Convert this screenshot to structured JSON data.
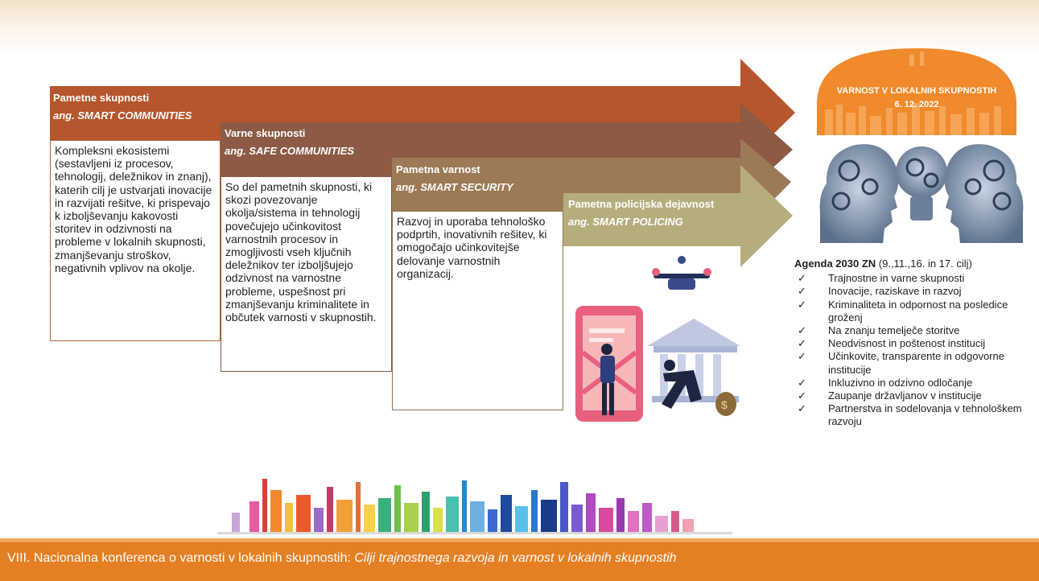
{
  "arrows": [
    {
      "title": "Pametne skupnosti",
      "subtitle_prefix": "ang. ",
      "subtitle": "SMART COMMUNITIES",
      "color": "#b5562c"
    },
    {
      "title": "Varne skupnosti",
      "subtitle_prefix": "ang. ",
      "subtitle": "SAFE COMMUNITIES",
      "color": "#8c5a45"
    },
    {
      "title": "Pametna varnost",
      "subtitle_prefix": "ang. ",
      "subtitle": "SMART SECURITY",
      "color": "#9c7a55"
    },
    {
      "title": "Pametna policijska dejavnost",
      "subtitle_prefix": "ang. ",
      "subtitle": "SMART POLICING",
      "color": "#b6ad7d"
    }
  ],
  "boxes": [
    {
      "text": "Kompleksni ekosistemi (sestavljeni iz procesov, tehnologij, deležnikov in znanj), katerih cilj je ustvarjati inovacije in razvijati rešitve, ki prispevajo k izboljševanju kakovosti storitev in odzivnosti na probleme v lokalnih skupnosti, zmanjševanju stroškov, negativnih vplivov na okolje."
    },
    {
      "text": "So del pametnih skupnosti, ki skozi povezovanje okolja/sistema in tehnologij povečujejo učinkovitost varnostnih procesov in zmogljivosti vseh ključnih deležnikov ter izboljšujejo odzivnost na varnostne probleme, uspešnost pri zmanjševanju kriminalitete in občutek varnosti v skupnostih."
    },
    {
      "text": "Razvoj in uporaba tehnološko podprtih, inovativnih rešitev, ki omogočajo učinkovitejše delovanje varnostnih organizacij."
    }
  ],
  "banner": {
    "title": "VARNOST V LOKALNIH SKUPNOSTIH",
    "date": "6. 12. 2022",
    "color": "#f08a2c"
  },
  "agenda": {
    "title_bold": "Agenda 2030 ZN",
    "title_rest": " (9.,11.,16. in 17. cilj)",
    "check": "✓",
    "items": [
      "Trajnostne in varne skupnosti",
      "Inovacije, raziskave in razvoj",
      "Kriminaliteta in odpornost na posledice groženj",
      "Na znanju temelječe storitve",
      "Neodvisnost in poštenost institucij",
      "Učinkovite, transparente in odgovorne institucije",
      "Inkluzivno in odzivno odločanje",
      "Zaupanje državljanov v institucije",
      "Partnerstva in sodelovanja v tehnološkem razvoju"
    ]
  },
  "footer": {
    "text_plain": "VIII. Nacionalna konferenca o varnosti v lokalnih skupnostih: ",
    "text_italic": "Cilji trajnostnega razvoja in varnost v lokalnih skupnostih",
    "color": "#e57f24"
  }
}
